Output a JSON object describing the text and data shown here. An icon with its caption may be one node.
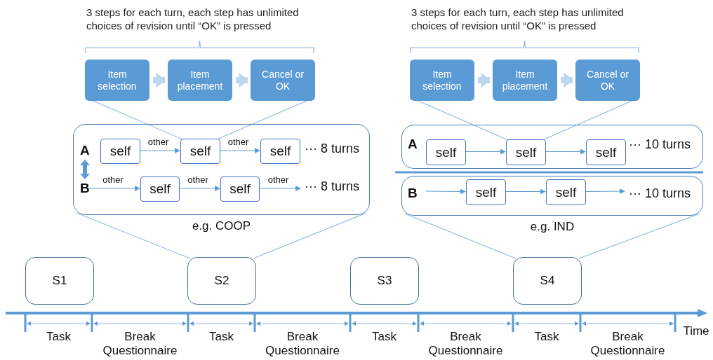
{
  "diagram": {
    "nodes": [
      {
        "text": [
          "Item selection"
        ]
      },
      {
        "text": [
          "Item placement"
        ]
      },
      {
        "text": [
          "Cancel or OK"
        ]
      },
      {
        "text": [
          "Item selection"
        ]
      },
      {
        "text": [
          "Item placement"
        ]
      },
      {
        "text": [
          "Cancel or OK"
        ]
      },
      {
        "text": [
          "A",
          "··· 8 turns",
          "B",
          "··· 8 turns"
        ],
        "beside": [
          "e.g. COOP"
        ]
      },
      {
        "text": [
          "self"
        ],
        "in": 6
      },
      {
        "text": [
          "self"
        ],
        "in": 6
      },
      {
        "text": [
          "self"
        ],
        "in": 6
      },
      {
        "text": [
          "self"
        ],
        "in": 6
      },
      {
        "text": [
          "self"
        ],
        "in": 6
      },
      {
        "text": [
          "A",
          "··· 10 turns"
        ]
      },
      {
        "text": [
          "self"
        ],
        "in": 12
      },
      {
        "text": [
          "self"
        ],
        "in": 12
      },
      {
        "text": [
          "self"
        ],
        "in": 12
      },
      {
        "text": [
          "B",
          "··· 10 turns"
        ],
        "beside": [
          "e.g. IND"
        ]
      },
      {
        "text": [
          "self"
        ],
        "in": 16
      },
      {
        "text": [
          "self"
        ],
        "in": 16
      },
      {
        "text": [
          "S1"
        ]
      },
      {
        "text": [
          "S2"
        ]
      },
      {
        "text": [
          "S3"
        ]
      },
      {
        "text": [
          "S4"
        ]
      }
    ],
    "edges": [
      {
        "from": 0,
        "to": 1,
        "arrow": "to",
        "style": "thick",
        "color": "#bdd7ee"
      },
      {
        "from": 1,
        "to": 2,
        "arrow": "to",
        "style": "thick",
        "color": "#bdd7ee"
      },
      {
        "from": 3,
        "to": 4,
        "arrow": "to",
        "style": "thick",
        "color": "#bdd7ee"
      },
      {
        "from": 4,
        "to": 5,
        "arrow": "to",
        "style": "thick",
        "color": "#bdd7ee"
      },
      {
        "from": 0,
        "to": 8,
        "arrow": "none"
      },
      {
        "from": 2,
        "to": 8,
        "arrow": "none"
      },
      {
        "from": 3,
        "to": 14,
        "arrow": "none"
      },
      {
        "from": 5,
        "to": 14,
        "arrow": "none"
      },
      {
        "from": 7,
        "to": 8,
        "arrow": "to",
        "label": "other"
      },
      {
        "from": 8,
        "to": 9,
        "arrow": "to",
        "label": "other"
      },
      {
        "from": null,
        "to": 10,
        "arrow": "to",
        "label": "other"
      },
      {
        "from": 10,
        "to": 11,
        "arrow": "to",
        "label": "other"
      },
      {
        "from": 11,
        "to": null,
        "arrow": "to",
        "label": "other"
      },
      {
        "from": 13,
        "to": 14,
        "arrow": "to"
      },
      {
        "from": 14,
        "to": 15,
        "arrow": "to"
      },
      {
        "from": null,
        "to": 17,
        "arrow": "to"
      },
      {
        "from": 17,
        "to": 18,
        "arrow": "to"
      },
      {
        "from": 18,
        "to": null,
        "arrow": "to"
      },
      {
        "from": 6,
        "to": 20,
        "arrow": "none"
      },
      {
        "from": 6,
        "to": 20,
        "arrow": "none"
      },
      {
        "from": 16,
        "to": 22,
        "arrow": "none"
      },
      {
        "from": 16,
        "to": 22,
        "arrow": "none"
      }
    ],
    "labels": [
      "3 steps for each turn, each step has unlimited choices of revision until “OK” is pressed",
      "3 steps for each turn, each step has unlimited choices of revision until “OK” is pressed",
      "Task",
      "Break Questionnaire",
      "Task",
      "Break Questionnaire",
      "Task",
      "Break Questionnaire",
      "Task",
      "Break Questionnaire",
      "Time"
    ]
  }
}
